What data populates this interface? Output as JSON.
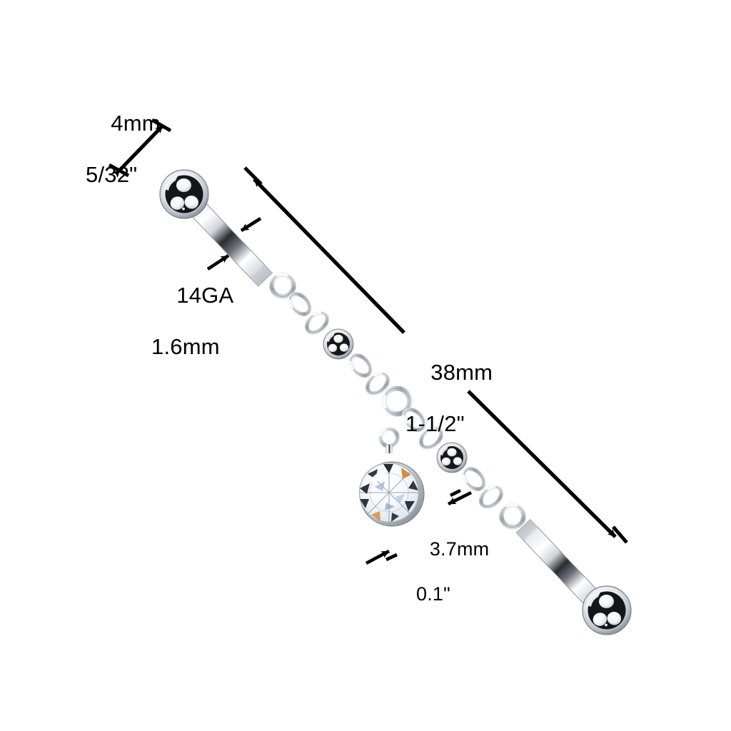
{
  "image": {
    "background_color": "#ffffff",
    "product_type": "industrial-barbell-with-chain-and-cz-dangle",
    "metal_color": "#d9dce0"
  },
  "annotations": {
    "ball_diameter": {
      "line1": "4mm",
      "line2": "5/32\"",
      "name": "ball-diameter-label"
    },
    "gauge": {
      "line1": "14GA",
      "line2": "1.6mm",
      "name": "gauge-label"
    },
    "length": {
      "line1": "38mm",
      "line2": "1-1/2\"",
      "name": "total-length-label"
    },
    "gem_size": {
      "line1": "3.7mm",
      "line2": "0.1\"",
      "name": "gem-diameter-label"
    }
  },
  "colors": {
    "annotation": "#000000",
    "metal_light": "#ffffff",
    "metal_mid": "#c7ccd2",
    "metal_dark": "#1c1c1e",
    "gem_clear": "#f2f6fb"
  }
}
